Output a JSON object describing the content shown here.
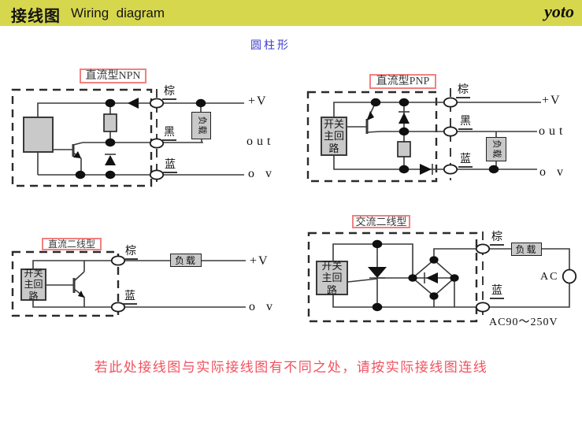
{
  "header": {
    "title_zh": "接线图",
    "title_en": "Wiring  diagram",
    "brand": "yoto"
  },
  "subtitle": "圆柱形",
  "footer_note": "若此处接线图与实际接线图有不同之处，请按实际接线图连线",
  "labels": {
    "switch_circuit": "开关主回路",
    "load": "负载",
    "brown": "棕",
    "black": "黑",
    "blue": "蓝",
    "plus_v": "+V",
    "out": "out",
    "zero_v": "o v",
    "ac": "AC",
    "ac_range": "AC90～250V"
  },
  "diagrams": {
    "npn": {
      "title": "直流型NPN"
    },
    "pnp": {
      "title": "直流型PNP"
    },
    "dc2": {
      "title": "直流二线型"
    },
    "ac2": {
      "title": "交流二线型"
    }
  },
  "colors": {
    "header_bg": "#d7d74e",
    "title_box_border": "#f28080",
    "warning_text": "#f2525f",
    "subtitle_blue": "#3d3dcf",
    "component_fill": "#c9c9c9",
    "wire": "#3a3a3a"
  }
}
